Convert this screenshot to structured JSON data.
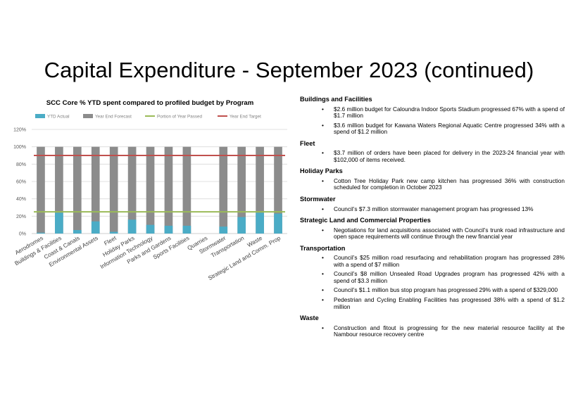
{
  "slide": {
    "title": "Capital Expenditure - September 2023 (continued)"
  },
  "chart_data": {
    "type": "bar",
    "title": "SCC Core % YTD spent compared to profiled budget by Program",
    "legend_position": "top",
    "categories": [
      "Aerodromes",
      "Buildings & Facilities",
      "Coast & Canals",
      "Environmental Assets",
      "Fleet",
      "Holiday Parks",
      "Information Technology",
      "Parks and Gardens",
      "Sports Facilities",
      "Quarries",
      "Stormwater",
      "Transportation",
      "Waste",
      "Strategic Land and Comm. Prop"
    ],
    "series": [
      {
        "name": "YTD Actual",
        "type": "bar",
        "color": "#4bacc6",
        "values": [
          1,
          24,
          4,
          14,
          2,
          16,
          10,
          9,
          9,
          0,
          8,
          19,
          24,
          23
        ]
      },
      {
        "name": "Year End Forecast",
        "type": "bar",
        "color": "#8c8c8c",
        "values": [
          100,
          100,
          100,
          100,
          100,
          100,
          100,
          100,
          100,
          0,
          100,
          100,
          100,
          100
        ]
      },
      {
        "name": "Portion of Year Passed",
        "type": "line",
        "color": "#9bbb59",
        "values": [
          25,
          25,
          25,
          25,
          25,
          25,
          25,
          25,
          25,
          25,
          25,
          25,
          25,
          25
        ]
      },
      {
        "name": "Year End Target",
        "type": "line",
        "color": "#c0504d",
        "values": [
          90,
          90,
          90,
          90,
          90,
          90,
          90,
          90,
          90,
          90,
          90,
          90,
          90,
          90
        ]
      }
    ],
    "ylim": [
      0,
      120
    ],
    "yticks": [
      "0%",
      "20%",
      "40%",
      "60%",
      "80%",
      "100%",
      "120%"
    ],
    "grid": true
  },
  "sections": [
    {
      "heading": "Buildings and Facilities",
      "bullets": [
        "$2.6 million budget for Caloundra Indoor Sports Stadium progressed 67% with a spend of $1.7 million",
        "$3.6 million budget for Kawana Waters Regional Aquatic Centre progressed 34% with a spend of $1.2 million"
      ]
    },
    {
      "heading": "Fleet",
      "bullets": [
        "$3.7 million of orders have been placed for delivery in the 2023-24 financial year with $102,000 of items received."
      ]
    },
    {
      "heading": "Holiday Parks",
      "bullets": [
        "Cotton Tree Holiday Park new camp kitchen has progressed 36% with construction scheduled for completion in October 2023"
      ]
    },
    {
      "heading": "Stormwater",
      "bullets": [
        "Council’s $7.3 million stormwater management program has progressed 13%"
      ]
    },
    {
      "heading": "Strategic Land and Commercial Properties",
      "bullets": [
        "Negotiations for land acquisitions associated with Council’s trunk road infrastructure and open space requirements will continue through the new financial year"
      ]
    },
    {
      "heading": "Transportation",
      "bullets": [
        "Council’s $25 million road resurfacing and rehabilitation program has progressed 28% with a spend of $7 million",
        "Council’s $8 million Unsealed Road Upgrades program has progressed 42% with a spend of $3.3 million",
        "Council’s $1.1 million bus stop program has progressed 29% with a spend of $329,000",
        "Pedestrian and Cycling Enabling Facilities has progressed 38% with a spend of $1.2 million"
      ]
    },
    {
      "heading": "Waste",
      "bullets": [
        "Construction and fitout is progressing for the new material resource facility at the Nambour resource recovery centre"
      ]
    }
  ],
  "bullet_glyph": "•"
}
